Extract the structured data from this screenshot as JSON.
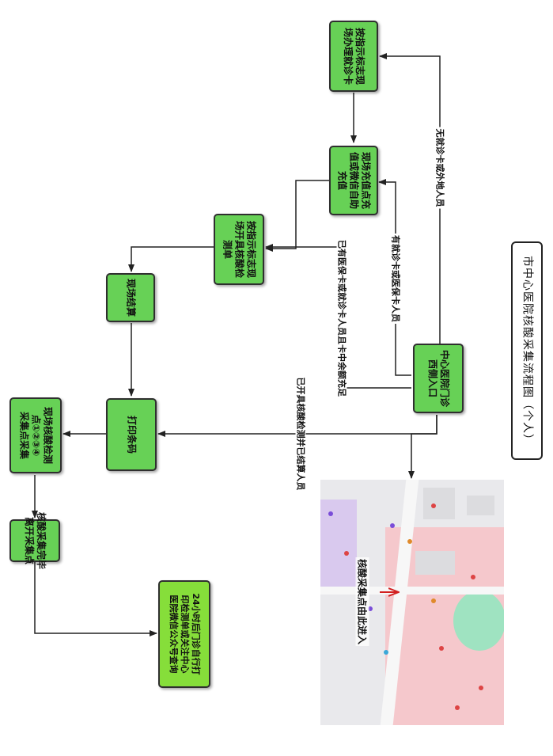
{
  "title": "市中心医院核酸采集流程图（个人）",
  "nodes": {
    "start": "中心医院门诊\n西侧入口",
    "no_card": "按指示标志现\n场办理就诊卡",
    "recharge": "现场充值点充\n值或微信自助\n充值",
    "open_test": "按指示标志现\n场开具核酸检\n测单",
    "settle": "现场结算",
    "print": "打印条码",
    "collect": "现场核酸检测\n点①②③④\n采集点采集",
    "leave": "核酸采集完毕\n离开采集点",
    "report": "24小时后门诊自行打\n印检测单或关注中心\n医院微信公众号查询"
  },
  "edges": {
    "no_card": "无就诊卡或外地人员",
    "has_card": "有就诊卡或医保卡人员",
    "has_balance": "已有医保卡或就诊卡人员且卡中余额充足",
    "already_settled": "已开具核酸检测并已结算人员"
  },
  "map": {
    "entry_label": "核酸采集点由此进入",
    "arrow_color": "#d22020",
    "colors": {
      "zone_red": "#f5c8cc",
      "zone_purple": "#d9c9ee",
      "field": "#9fe3c1"
    }
  },
  "colors": {
    "box_fill": "#67d156",
    "box_fill_light": "#86de3a",
    "box_border": "#2f2f2f",
    "line": "#222222"
  }
}
